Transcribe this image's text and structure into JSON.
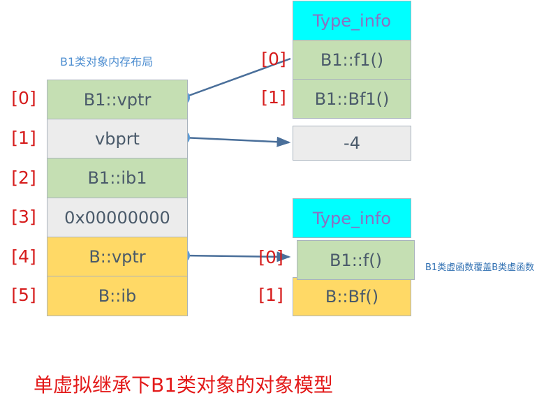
{
  "layout_caption": "B1类对象内存布局",
  "object_cells": [
    {
      "index": "[0]",
      "label": "B1::vptr"
    },
    {
      "index": "[1]",
      "label": "vbprt"
    },
    {
      "index": "[2]",
      "label": "B1::ib1"
    },
    {
      "index": "[3]",
      "label": "0x00000000"
    },
    {
      "index": "[4]",
      "label": "B::vptr"
    },
    {
      "index": "[5]",
      "label": "B::ib"
    }
  ],
  "vtable1": {
    "header": "Type_info",
    "entries": [
      {
        "index": "[0]",
        "label": "B1::f1()"
      },
      {
        "index": "[1]",
        "label": "B1::Bf1()"
      }
    ]
  },
  "offset_box": "-4",
  "vtable2": {
    "header": "Type_info",
    "entries": [
      {
        "index": "[0]",
        "label": "B1::f()"
      },
      {
        "index": "[1]",
        "label": "B::Bf()"
      }
    ]
  },
  "override_note": "B1类虚函数覆盖B类虚函数",
  "title": "单虚拟继承下B1类对象的对象模型",
  "colors": {
    "green": "#c5dfb3",
    "gray": "#ececec",
    "yellow": "#ffd966",
    "cyan": "#00ffff",
    "index_red": "#d61c1c",
    "pointer_blue": "#4a86c8"
  }
}
